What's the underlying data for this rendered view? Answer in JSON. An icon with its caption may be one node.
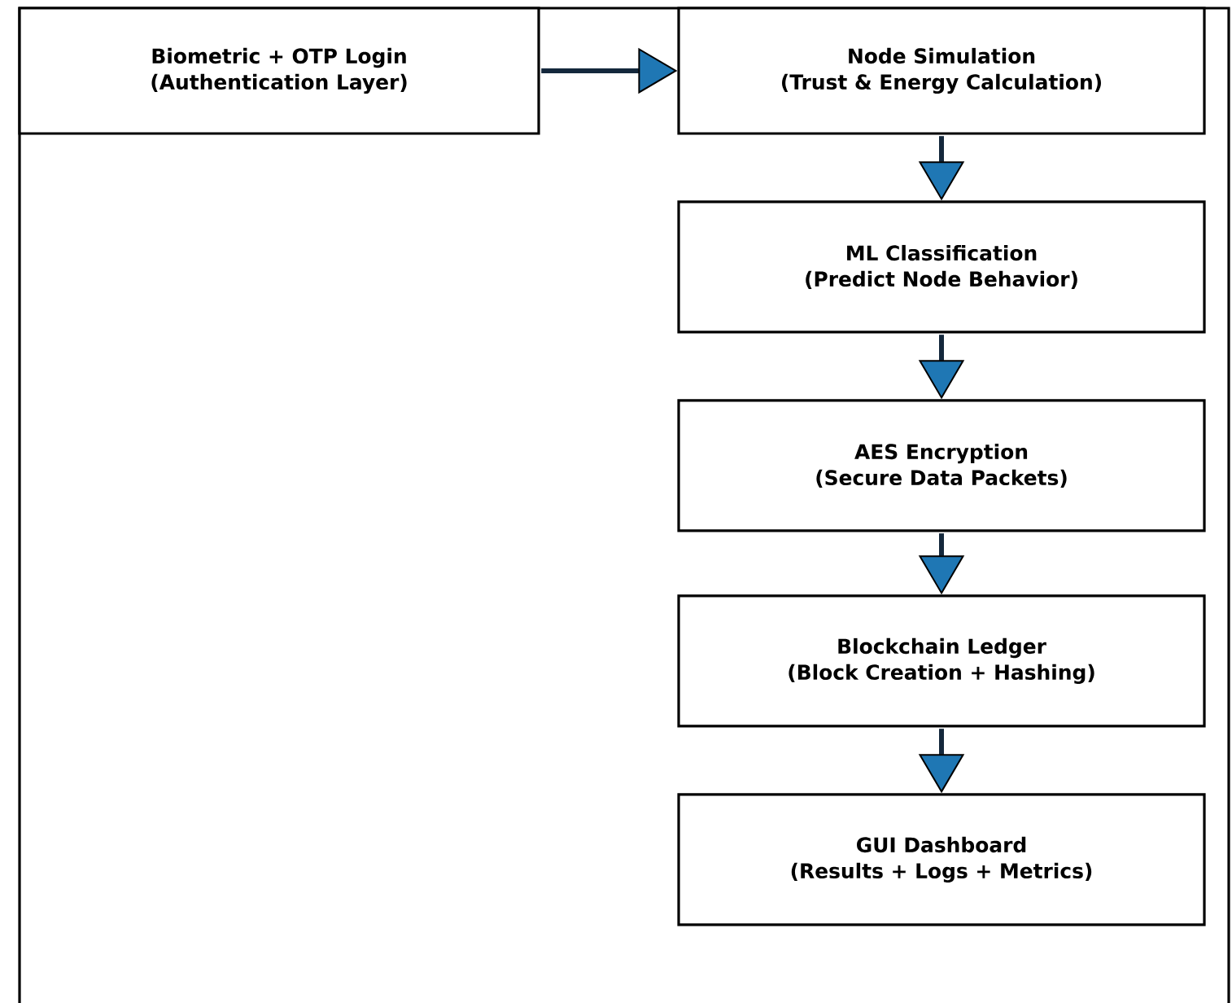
{
  "diagram": {
    "nodes": [
      {
        "text": [
          "Biometric + OTP Login",
          "(Authentication Layer)"
        ]
      },
      {
        "text": [
          "Node Simulation",
          "(Trust & Energy Calculation)"
        ]
      },
      {
        "text": [
          "ML Classification",
          "(Predict Node Behavior)"
        ]
      },
      {
        "text": [
          "AES Encryption",
          "(Secure Data Packets)"
        ]
      },
      {
        "text": [
          "Blockchain Ledger",
          "(Block Creation + Hashing)"
        ]
      },
      {
        "text": [
          "GUI Dashboard",
          "(Results + Logs + Metrics)"
        ]
      }
    ],
    "edges": [
      {
        "from": 0,
        "to": 1,
        "arrow": "to"
      },
      {
        "from": 1,
        "to": 2,
        "arrow": "to"
      },
      {
        "from": 2,
        "to": 3,
        "arrow": "to"
      },
      {
        "from": 3,
        "to": 4,
        "arrow": "to"
      },
      {
        "from": 4,
        "to": 5,
        "arrow": "to"
      }
    ]
  }
}
